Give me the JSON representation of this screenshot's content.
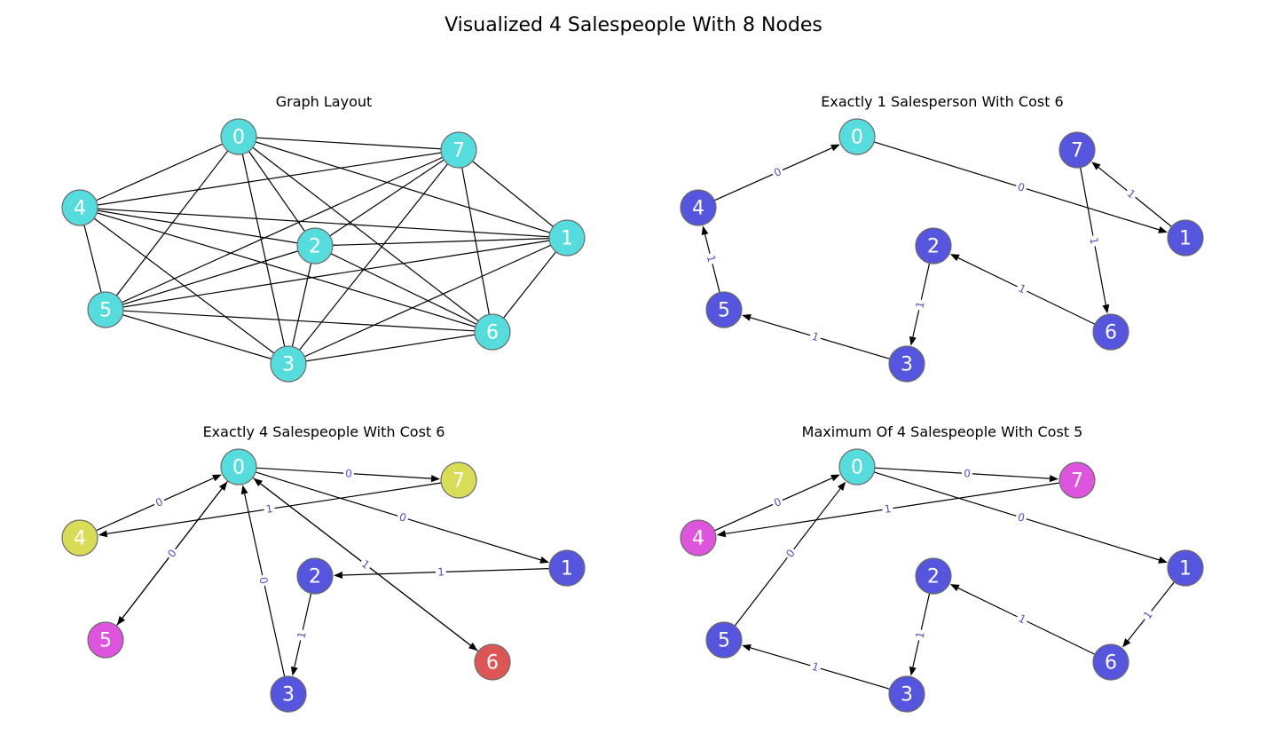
{
  "figure_title": "Visualized 4 Salespeople With 8 Nodes",
  "colors": {
    "node_default": "#56dcdc",
    "edge_label": "#5050c8",
    "palette": {
      "cyan": "#56dcdc",
      "blue": "#5555dd",
      "yellow": "#d8dc56",
      "magenta": "#dd55dd",
      "red": "#dc5656"
    }
  },
  "nodes": [
    "0",
    "1",
    "2",
    "3",
    "4",
    "5",
    "6",
    "7"
  ],
  "panels": [
    {
      "id": "graph-layout",
      "title": "Graph Layout",
      "directed": false,
      "node_colors": {
        "0": "cyan",
        "1": "cyan",
        "2": "cyan",
        "3": "cyan",
        "4": "cyan",
        "5": "cyan",
        "6": "cyan",
        "7": "cyan"
      },
      "edges": [
        [
          "0",
          "7"
        ],
        [
          "0",
          "4"
        ],
        [
          "0",
          "1"
        ],
        [
          "0",
          "2"
        ],
        [
          "0",
          "3"
        ],
        [
          "0",
          "5"
        ],
        [
          "0",
          "6"
        ],
        [
          "7",
          "4"
        ],
        [
          "7",
          "2"
        ],
        [
          "7",
          "5"
        ],
        [
          "7",
          "3"
        ],
        [
          "7",
          "6"
        ],
        [
          "7",
          "1"
        ],
        [
          "4",
          "2"
        ],
        [
          "4",
          "1"
        ],
        [
          "4",
          "6"
        ],
        [
          "4",
          "3"
        ],
        [
          "4",
          "5"
        ],
        [
          "2",
          "1"
        ],
        [
          "2",
          "5"
        ],
        [
          "2",
          "3"
        ],
        [
          "2",
          "6"
        ],
        [
          "1",
          "5"
        ],
        [
          "1",
          "3"
        ],
        [
          "1",
          "6"
        ],
        [
          "5",
          "6"
        ],
        [
          "5",
          "3"
        ],
        [
          "3",
          "6"
        ]
      ]
    },
    {
      "id": "exactly-1",
      "title": "Exactly 1 Salesperson With Cost 6",
      "directed": true,
      "node_colors": {
        "0": "cyan",
        "1": "blue",
        "2": "blue",
        "3": "blue",
        "4": "blue",
        "5": "blue",
        "6": "blue",
        "7": "blue"
      },
      "edges": [
        {
          "from": "0",
          "to": "1",
          "label": "0"
        },
        {
          "from": "1",
          "to": "7",
          "label": "1"
        },
        {
          "from": "7",
          "to": "6",
          "label": "1"
        },
        {
          "from": "6",
          "to": "2",
          "label": "1"
        },
        {
          "from": "2",
          "to": "3",
          "label": "1"
        },
        {
          "from": "3",
          "to": "5",
          "label": "1"
        },
        {
          "from": "5",
          "to": "4",
          "label": "1"
        },
        {
          "from": "4",
          "to": "0",
          "label": "0"
        }
      ]
    },
    {
      "id": "exactly-4",
      "title": "Exactly 4 Salespeople With Cost 6",
      "directed": true,
      "node_colors": {
        "0": "cyan",
        "1": "blue",
        "2": "blue",
        "3": "blue",
        "4": "yellow",
        "5": "magenta",
        "6": "red",
        "7": "yellow"
      },
      "edges": [
        {
          "from": "0",
          "to": "7",
          "label": "0"
        },
        {
          "from": "7",
          "to": "4",
          "label": "1"
        },
        {
          "from": "4",
          "to": "0",
          "label": "0"
        },
        {
          "from": "0",
          "to": "1",
          "label": "0"
        },
        {
          "from": "1",
          "to": "2",
          "label": "1"
        },
        {
          "from": "2",
          "to": "3",
          "label": "1"
        },
        {
          "from": "3",
          "to": "0",
          "label": "0"
        },
        {
          "from": "0",
          "to": "5",
          "label": "0"
        },
        {
          "from": "5",
          "to": "0",
          "label": "0"
        },
        {
          "from": "0",
          "to": "6",
          "label": "1"
        },
        {
          "from": "6",
          "to": "0",
          "label": "1"
        }
      ]
    },
    {
      "id": "maximum-4",
      "title": "Maximum Of 4 Salespeople With Cost 5",
      "directed": true,
      "node_colors": {
        "0": "cyan",
        "1": "blue",
        "2": "blue",
        "3": "blue",
        "4": "magenta",
        "5": "blue",
        "6": "blue",
        "7": "magenta"
      },
      "edges": [
        {
          "from": "0",
          "to": "7",
          "label": "0"
        },
        {
          "from": "7",
          "to": "4",
          "label": "1"
        },
        {
          "from": "4",
          "to": "0",
          "label": "0"
        },
        {
          "from": "0",
          "to": "1",
          "label": "0"
        },
        {
          "from": "1",
          "to": "6",
          "label": "1"
        },
        {
          "from": "6",
          "to": "2",
          "label": "1"
        },
        {
          "from": "2",
          "to": "3",
          "label": "1"
        },
        {
          "from": "3",
          "to": "5",
          "label": "1"
        },
        {
          "from": "5",
          "to": "0",
          "label": "0"
        }
      ]
    }
  ]
}
